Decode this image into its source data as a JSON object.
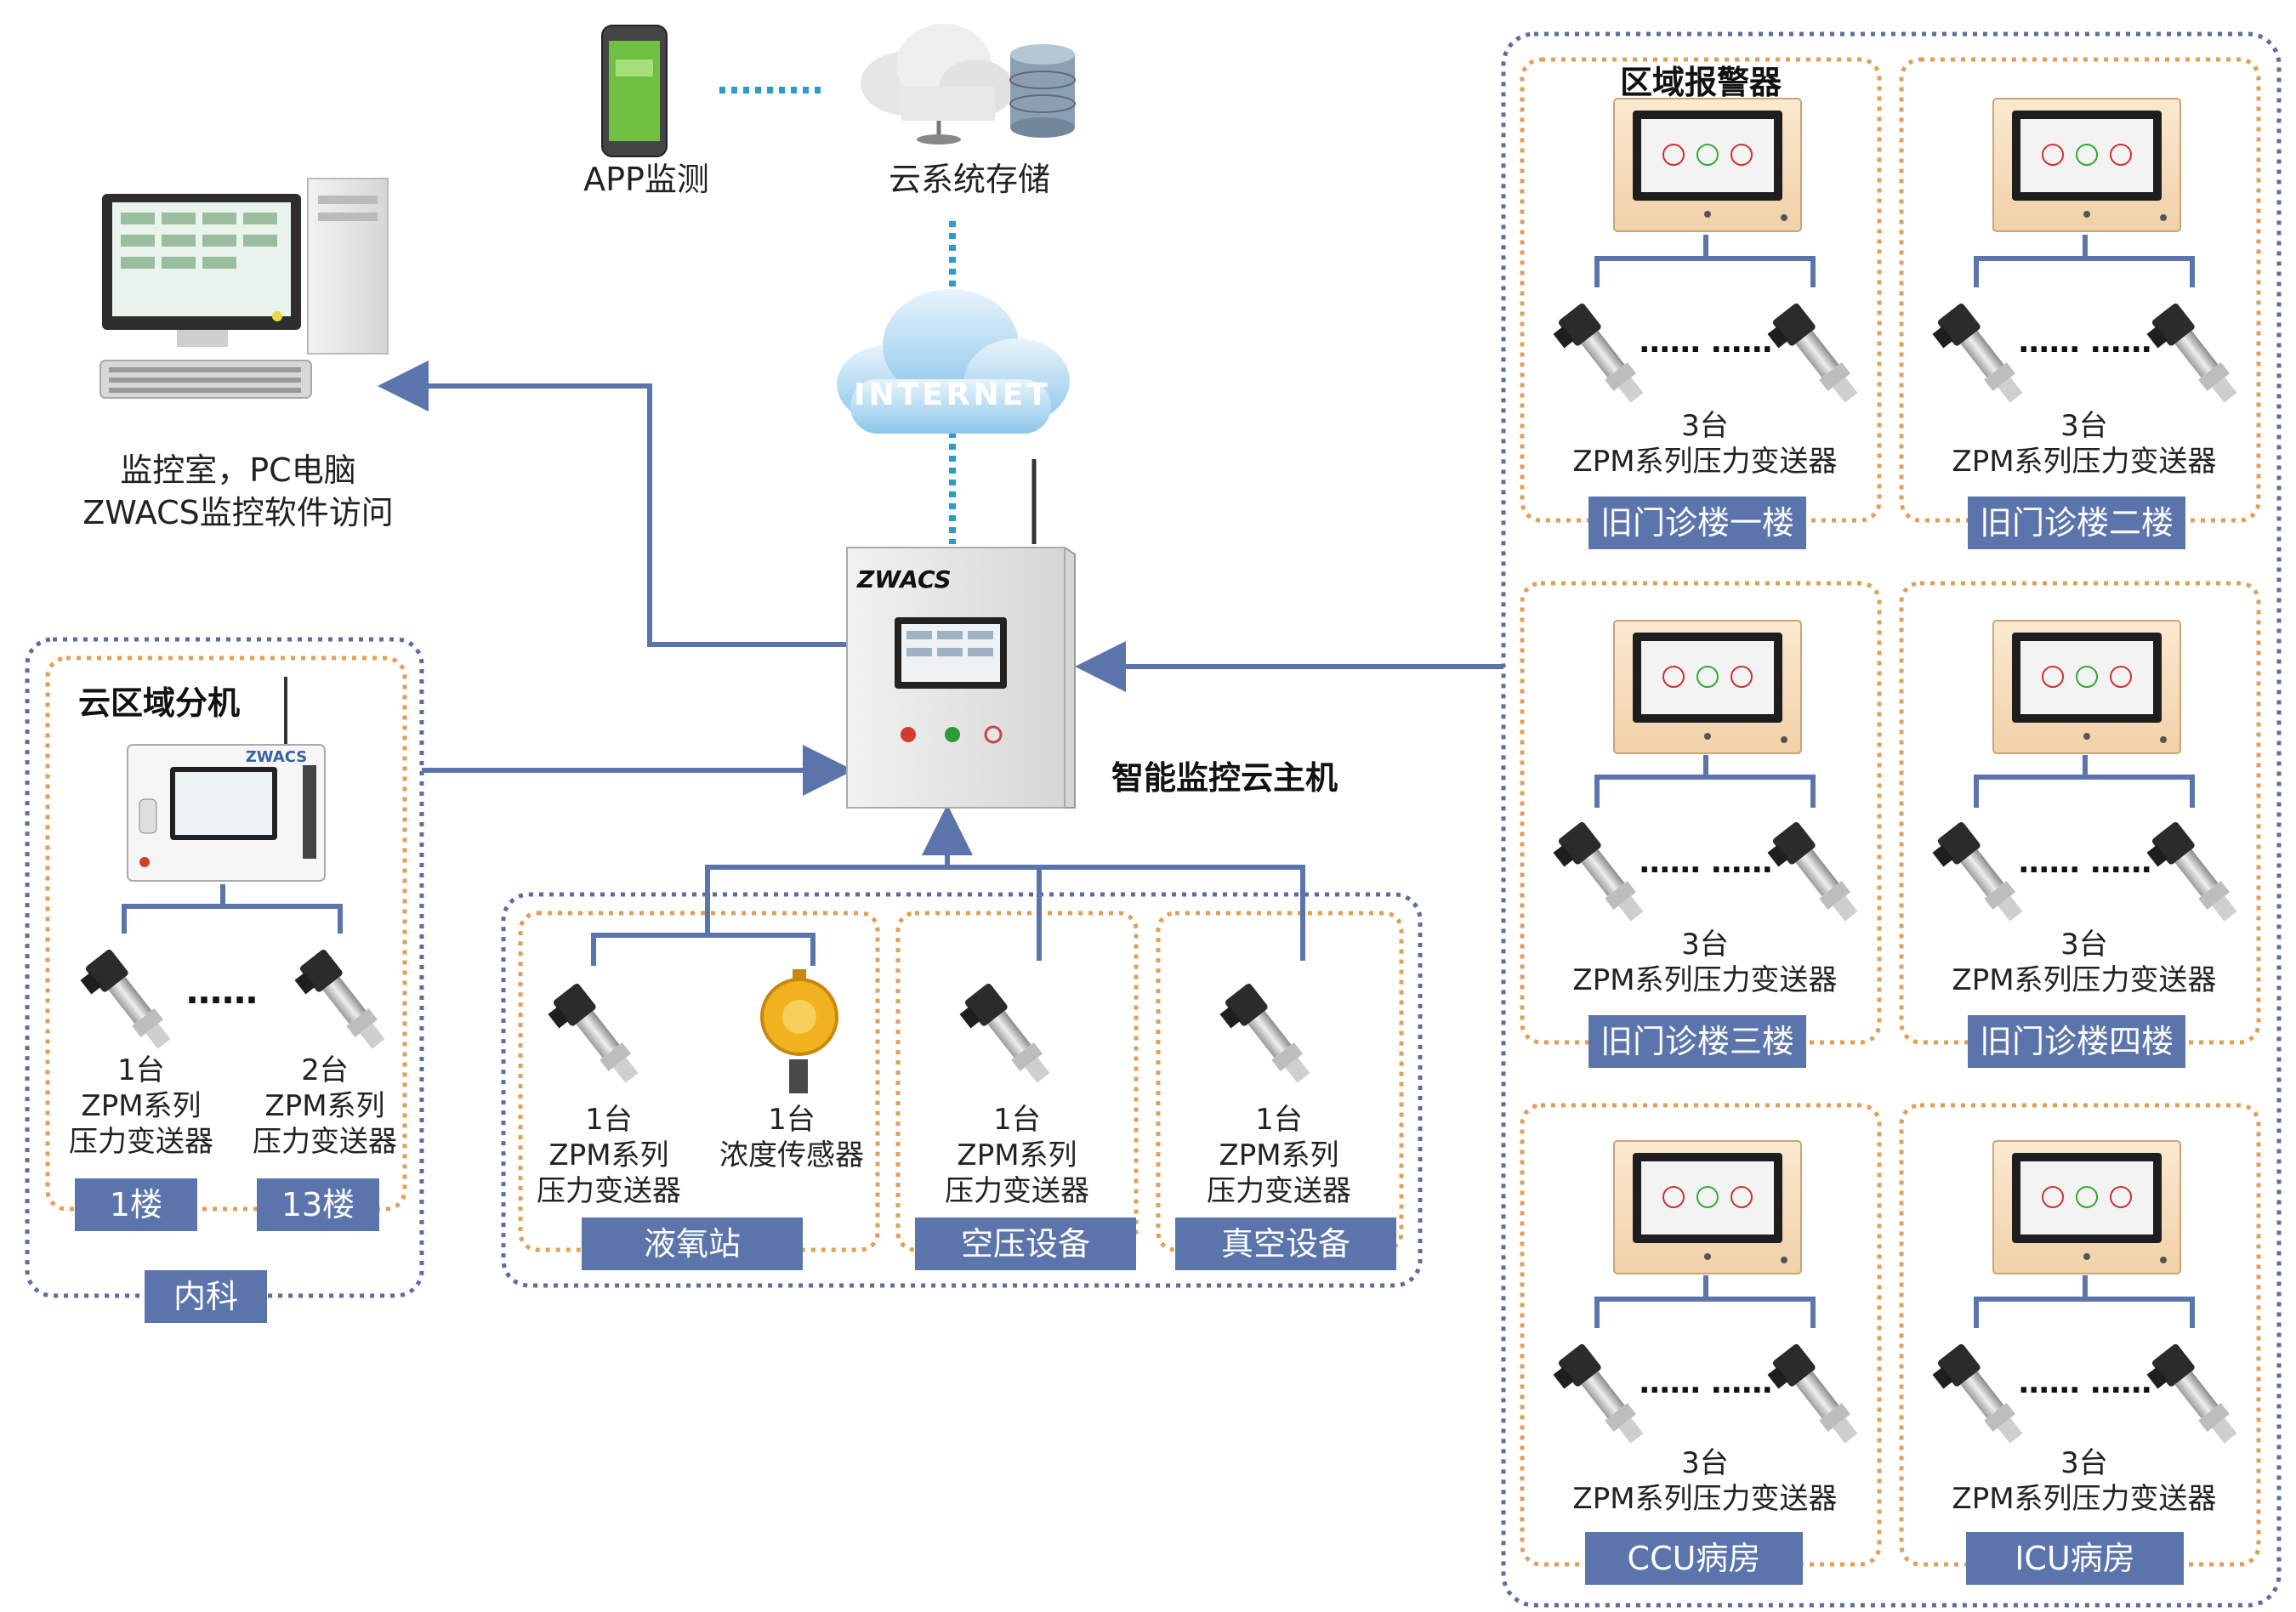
{
  "pc": {
    "caption_line1": "监控室，PC电脑",
    "caption_line2": "ZWACS监控软件访问"
  },
  "app": {
    "label": "APP监测"
  },
  "cloud_storage": {
    "label": "云系统存储"
  },
  "internet": {
    "label": "INTERNET"
  },
  "host": {
    "brand": "ZWACS",
    "label": "智能监控云主机"
  },
  "left_zone": {
    "title": "云区域分机",
    "brand": "ZWACS",
    "sensors": [
      {
        "count": "1台",
        "model": "ZPM系列",
        "type": "压力变送器",
        "tag": "1楼"
      },
      {
        "count": "2台",
        "model": "ZPM系列",
        "type": "压力变送器",
        "tag": "13楼"
      }
    ],
    "zone_tag": "内科",
    "dots": "……"
  },
  "bottom_zone": {
    "groups": [
      {
        "items": [
          {
            "count": "1台",
            "model": "ZPM系列",
            "type": "压力变送器"
          },
          {
            "count": "1台",
            "model": "",
            "type": "浓度传感器"
          }
        ],
        "tag": "液氧站"
      },
      {
        "items": [
          {
            "count": "1台",
            "model": "ZPM系列",
            "type": "压力变送器"
          }
        ],
        "tag": "空压设备"
      },
      {
        "items": [
          {
            "count": "1台",
            "model": "ZPM系列",
            "type": "压力变送器"
          }
        ],
        "tag": "真空设备"
      }
    ]
  },
  "right_zone": {
    "title": "区域报警器",
    "dots": "…… ……",
    "panels": [
      {
        "count": "3台",
        "desc": "ZPM系列压力变送器",
        "tag": "旧门诊楼一楼"
      },
      {
        "count": "3台",
        "desc": "ZPM系列压力变送器",
        "tag": "旧门诊楼二楼"
      },
      {
        "count": "3台",
        "desc": "ZPM系列压力变送器",
        "tag": "旧门诊楼三楼"
      },
      {
        "count": "3台",
        "desc": "ZPM系列压力变送器",
        "tag": "旧门诊楼四楼"
      },
      {
        "count": "3台",
        "desc": "ZPM系列压力变送器",
        "tag": "CCU病房"
      },
      {
        "count": "3台",
        "desc": "ZPM系列压力变送器",
        "tag": "ICU病房"
      }
    ]
  },
  "colors": {
    "line": "#5b75ac",
    "orange_border": "#e0a05a",
    "blue_border": "#5b6e9c",
    "tag_bg": "#5b75ac",
    "dotted_cyan": "#2b9bd0"
  }
}
